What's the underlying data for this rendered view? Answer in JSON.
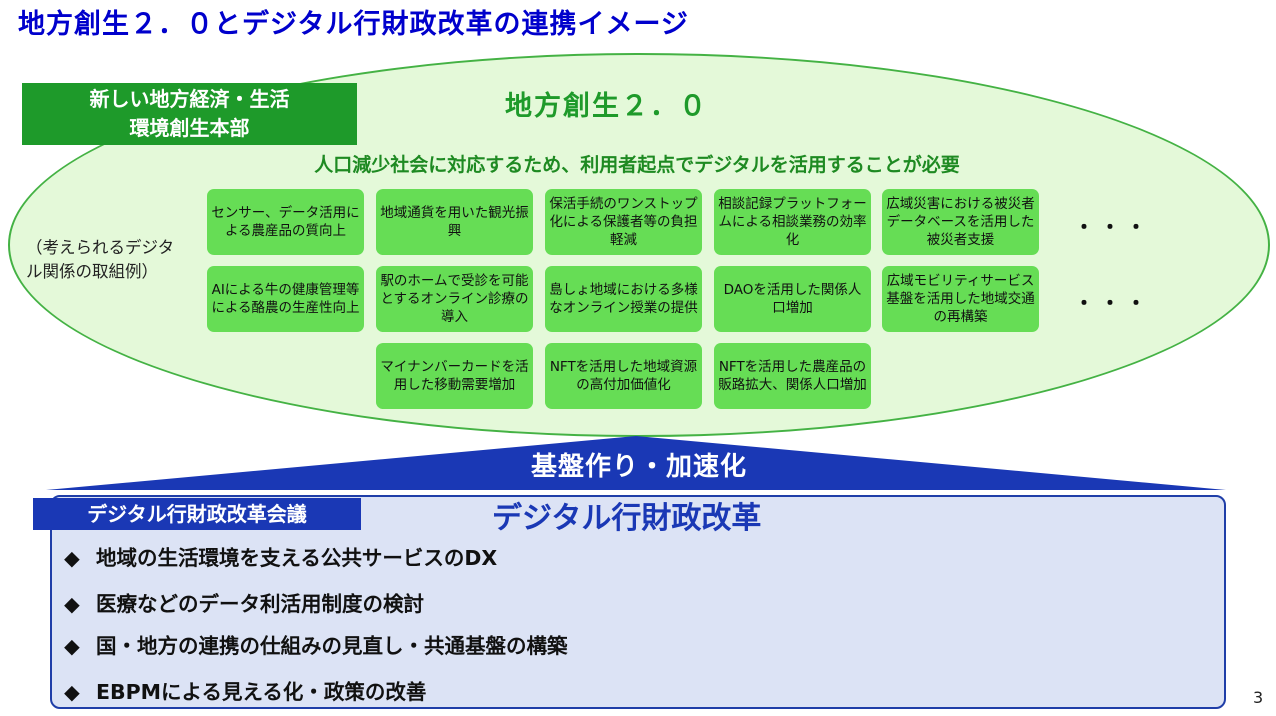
{
  "title": "地方創生２．０とデジタル行財政改革の連携イメージ",
  "upper": {
    "dept_line1": "新しい地方経済・生活",
    "dept_line2": "環境創生本部",
    "heading": "地方創生２．０",
    "need": "人口減少社会に対応するため、利用者起点でデジタルを活用することが必要",
    "side_line1": "（考えられるデジタ",
    "side_line2": "ル関係の取組例）",
    "cards": [
      "センサー、データ活用による農産品の質向上",
      "地域通貨を用いた観光振興",
      "保活手続のワンストップ化による保護者等の負担軽減",
      "相談記録プラットフォームによる相談業務の効率化",
      "広域災害における被災者データベースを活用した被災者支援",
      "AIによる牛の健康管理等による酪農の生産性向上",
      "駅のホームで受診を可能とするオンライン診療の導入",
      "島しょ地域における多様なオンライン授業の提供",
      "DAOを活用した関係人口増加",
      "広域モビリティサービス基盤を活用した地域交通の再構築",
      "マイナンバーカードを活用した移動需要増加",
      "NFTを活用した地域資源の高付加価値化",
      "NFTを活用した農産品の販路拡大、関係人口増加"
    ],
    "dots": "・・・"
  },
  "bridge_label": "基盤作り・加速化",
  "lower": {
    "council": "デジタル行財政改革会議",
    "heading": "デジタル行財政改革",
    "bullet_symbol": "◆",
    "bullets": [
      "地域の生活環境を支える公共サービスのDX",
      "医療などのデータ利活用制度の検討",
      "国・地方の連携の仕組みの見直し・共通基盤の構築",
      "EBPMによる見える化・政策の改善"
    ]
  },
  "page_number": "3",
  "colors": {
    "title_blue": "#0000cc",
    "green_dark": "#1e9a2a",
    "ellipse_fill": "#e4f9d9",
    "card_green": "#66dd55",
    "navy": "#1a38b5",
    "lower_fill": "#dce3f5"
  }
}
